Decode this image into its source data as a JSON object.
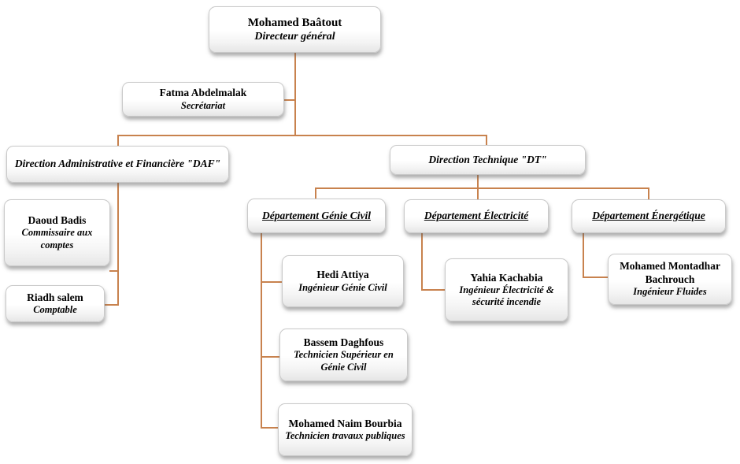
{
  "org": {
    "root": {
      "name": "Mohamed Baâtout",
      "role": "Directeur général"
    },
    "secretariat": {
      "name": "Fatma Abdelmalak",
      "role": "Secrétariat"
    },
    "directions": {
      "daf": {
        "title": "Direction Administrative et Financière \"DAF\""
      },
      "dt": {
        "title": "Direction Technique \"DT\""
      }
    },
    "daf_staff": {
      "commissaire": {
        "name": "Daoud Badis",
        "role": "Commissaire aux comptes"
      },
      "comptable": {
        "name": "Riadh salem",
        "role": "Comptable"
      }
    },
    "departments": {
      "genie_civil": {
        "title": "Département Génie Civil"
      },
      "electricite": {
        "title": "Département Électricité"
      },
      "energetique": {
        "title": "Département Énergétique"
      }
    },
    "genie_civil_staff": {
      "ingenieur": {
        "name": "Hedi Attiya",
        "role": "Ingénieur Génie Civil"
      },
      "technicien_superieur": {
        "name": "Bassem Daghfous",
        "role": "Technicien Supérieur en Génie Civil"
      },
      "technicien_travaux": {
        "name": "Mohamed Naim Bourbia",
        "role": "Technicien travaux publiques"
      }
    },
    "electricite_staff": {
      "ingenieur": {
        "name": "Yahia Kachabia",
        "role": "Ingénieur Électricité & sécurité incendie"
      }
    },
    "energetique_staff": {
      "ingenieur": {
        "name": "Mohamed Montadhar Bachrouch",
        "role": "Ingénieur Fluides"
      }
    }
  },
  "colors": {
    "connector": "#C8824E",
    "box_border": "#C9C9C9",
    "box_fill_top": "#FFFFFF",
    "box_fill_bottom": "#E6E6E6",
    "text": "#000000",
    "background": "#FFFFFF"
  }
}
